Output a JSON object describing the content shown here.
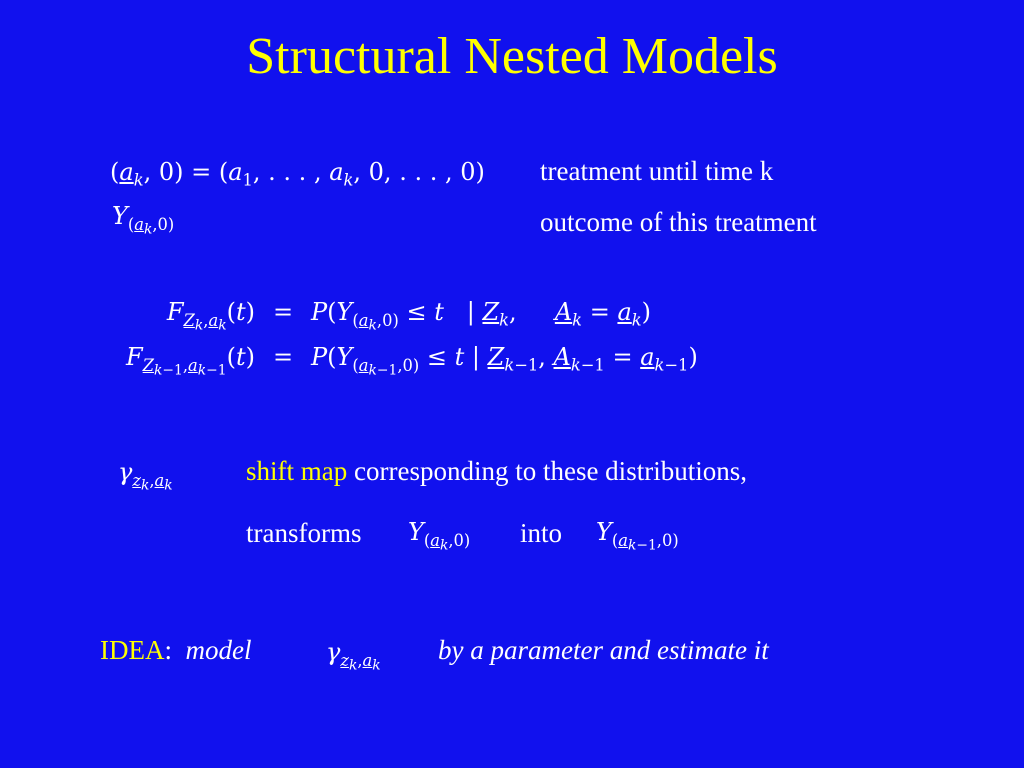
{
  "slide": {
    "title": "Structural Nested Models",
    "definitions": {
      "formula1_label": "treatment until time k",
      "formula2_label": "outcome of this treatment"
    },
    "shift_map": {
      "label_highlight": "shift map",
      "label_rest": " corresponding to these distributions,",
      "transforms_label": "transforms",
      "into_label": "into"
    },
    "idea": {
      "label": "IDEA",
      "colon": ":",
      "model_word": "model",
      "rest": "by a parameter and estimate it"
    }
  },
  "colors": {
    "background": "#1111ee",
    "title": "#ffff00",
    "text": "#ffffff",
    "highlight": "#ffff00"
  }
}
